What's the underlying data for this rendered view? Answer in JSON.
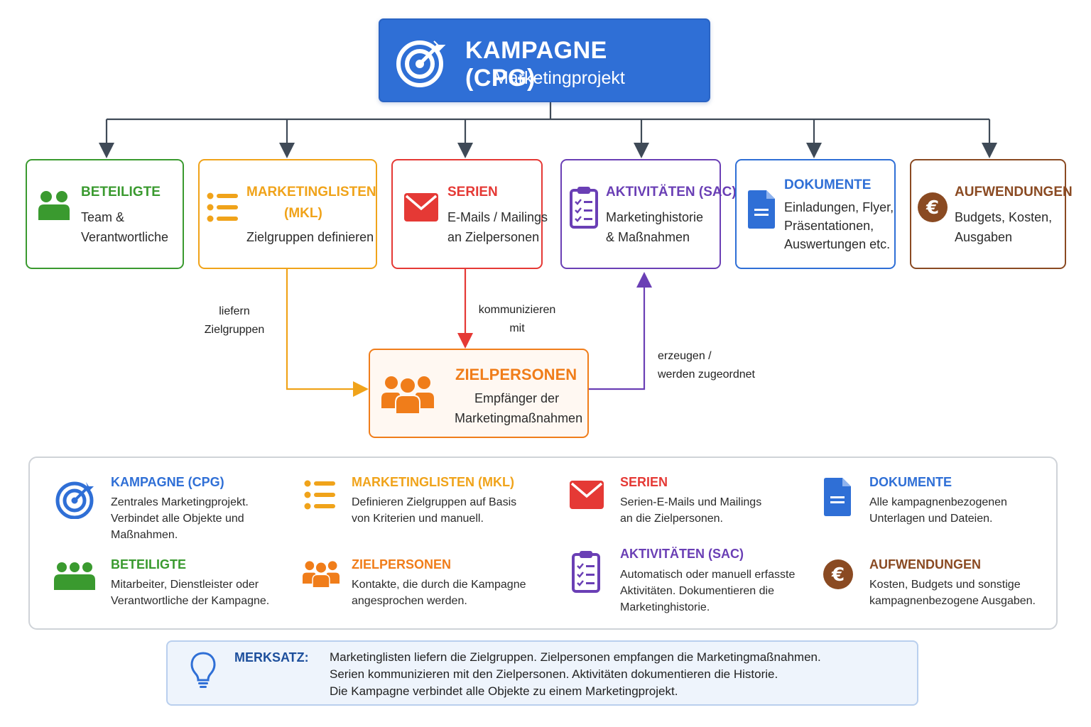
{
  "header": {
    "title": "KAMPAGNE (CPG)",
    "subtitle": "Marketingprojekt",
    "color": "#2f6fd6"
  },
  "categories": [
    {
      "id": "beteiligte",
      "title": "BETEILIGTE",
      "lines": [
        "Team &",
        "Verantwortliche"
      ],
      "color": "#3a9a2f",
      "icon": "people-icon"
    },
    {
      "id": "marketinglisten",
      "title": "MARKETINGLISTEN",
      "title2": "(MKL)",
      "lines": [
        "Zielgruppen definieren"
      ],
      "color": "#f0a31a",
      "icon": "list-icon"
    },
    {
      "id": "serien",
      "title": "SERIEN",
      "lines": [
        "E-Mails / Mailings",
        "an Zielpersonen"
      ],
      "color": "#e53935",
      "icon": "envelope-icon"
    },
    {
      "id": "aktivitaeten",
      "title": "AKTIVITÄTEN (SAC)",
      "lines": [
        "Marketinghistorie",
        "& Maßnahmen"
      ],
      "color": "#6a3fb5",
      "icon": "clipboard-icon"
    },
    {
      "id": "dokumente",
      "title": "DOKUMENTE",
      "lines": [
        "Einladungen, Flyer,",
        "Präsentationen,",
        "Auswertungen etc."
      ],
      "color": "#2f6fd6",
      "icon": "document-icon"
    },
    {
      "id": "aufwendungen",
      "title": "AUFWENDUNGEN",
      "lines": [
        "Budgets, Kosten,",
        "Ausgaben"
      ],
      "color": "#8a4a22",
      "icon": "euro-icon"
    }
  ],
  "zielpersonen": {
    "title": "ZIELPERSONEN",
    "lines": [
      "Empfänger der",
      "Marketingmaßnahmen"
    ],
    "color": "#f07d1a"
  },
  "connectors": {
    "mkl_to_ziel": [
      "liefern",
      "Zielgruppen"
    ],
    "serien_to_ziel": [
      "kommunizieren",
      "mit"
    ],
    "ziel_to_sac": [
      "erzeugen /",
      "werden zugeordnet"
    ]
  },
  "legend": [
    {
      "title": "KAMPAGNE (CPG)",
      "lines": [
        "Zentrales Marketingprojekt.",
        "Verbindet alle Objekte und",
        "Maßnahmen."
      ],
      "color": "#2f6fd6",
      "icon": "target-icon"
    },
    {
      "title": "MARKETINGLISTEN (MKL)",
      "lines": [
        "Definieren Zielgruppen auf Basis",
        "von Kriterien und manuell."
      ],
      "color": "#f0a31a",
      "icon": "list-icon"
    },
    {
      "title": "SERIEN",
      "lines": [
        "Serien-E-Mails und Mailings",
        "an die Zielpersonen."
      ],
      "color": "#e53935",
      "icon": "envelope-icon"
    },
    {
      "title": "DOKUMENTE",
      "lines": [
        "Alle kampagnenbezogenen",
        "Unterlagen und Dateien."
      ],
      "color": "#2f6fd6",
      "icon": "document-icon"
    },
    {
      "title": "BETEILIGTE",
      "lines": [
        "Mitarbeiter, Dienstleister oder",
        "Verantwortliche der Kampagne."
      ],
      "color": "#3a9a2f",
      "icon": "people-icon"
    },
    {
      "title": "ZIELPERSONEN",
      "lines": [
        "Kontakte, die durch die Kampagne",
        "angesprochen werden."
      ],
      "color": "#f07d1a",
      "icon": "people-icon"
    },
    {
      "title": "AKTIVITÄTEN (SAC)",
      "lines": [
        "Automatisch oder manuell erfasste",
        "Aktivitäten. Dokumentieren die",
        "Marketinghistorie."
      ],
      "color": "#6a3fb5",
      "icon": "clipboard-icon"
    },
    {
      "title": "AUFWENDUNGEN",
      "lines": [
        "Kosten, Budgets und sonstige",
        "kampagnenbezogene Ausgaben."
      ],
      "color": "#8a4a22",
      "icon": "euro-icon"
    }
  ],
  "merksatz": {
    "label": "MERKSATZ:",
    "lines": [
      "Marketinglisten liefern die Zielgruppen. Zielpersonen empfangen die Marketingmaßnahmen.",
      "Serien kommunizieren mit den Zielpersonen. Aktivitäten dokumentieren die Historie.",
      "Die Kampagne verbindet alle Objekte zu einem Marketingprojekt."
    ],
    "icon": "lightbulb-icon"
  }
}
